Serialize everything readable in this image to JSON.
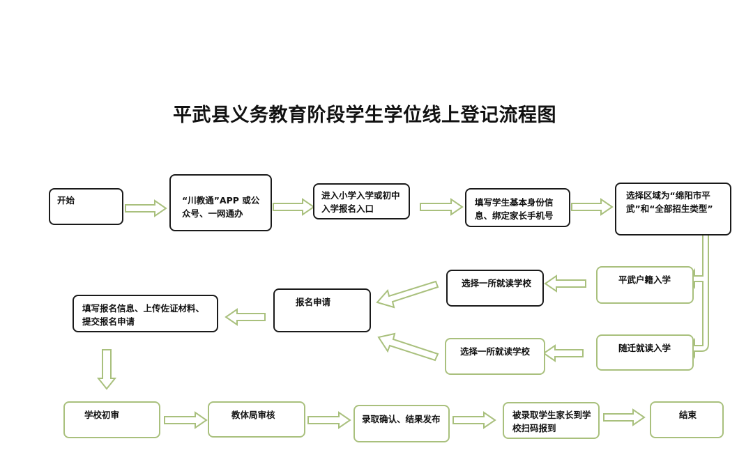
{
  "title": "平武县义务教育阶段学生学位线上登记流程图",
  "colors": {
    "black_border": "#1a1a1a",
    "green_border": "#a9c07d",
    "arrow_fill": "#ffffff"
  },
  "nodes": {
    "start": "开始",
    "app": "“川教通”APP 或公众号、一网通办",
    "enter": "进入小学入学或初中入学报名入口",
    "fill_info": "填写学生基本身份信息、绑定家长手机号",
    "select_region": "选择区域为“绵阳市平武”和“全部招生类型”",
    "local_hukou": "平武户籍入学",
    "migrant": "随迁就读入学",
    "choose_school_1": "选择一所就读学校",
    "choose_school_2": "选择一所就读学校",
    "apply": "报名申请",
    "fill_apply": "填写报名信息、上传佐证材料、提交报名申请",
    "school_review": "学校初审",
    "bureau_review": "教体局审核",
    "admission": "录取确认、结果发布",
    "report": "被录取学生家长到学校扫码报到",
    "end": "结束"
  }
}
